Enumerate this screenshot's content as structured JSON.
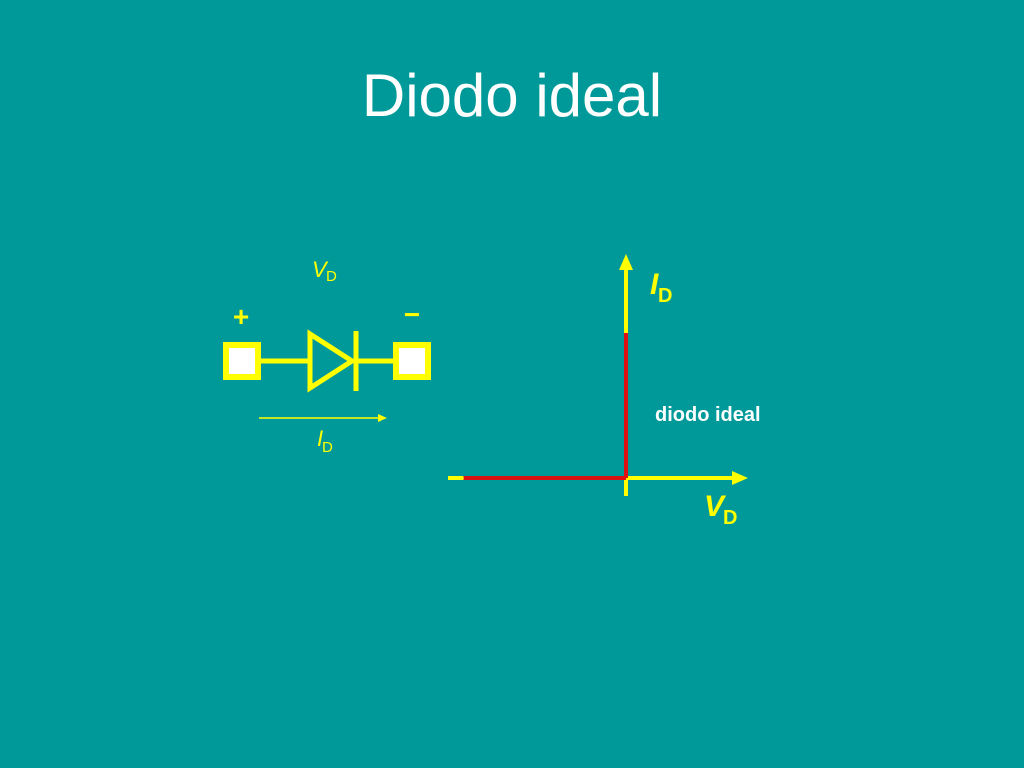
{
  "slide": {
    "title": "Diodo ideal"
  },
  "circuit": {
    "plus_sign": "+",
    "minus_sign": "−",
    "voltage_label": {
      "main": "V",
      "sub": "D"
    },
    "current_label": {
      "main": "I",
      "sub": "D"
    }
  },
  "graph": {
    "y_axis_label": {
      "main": "I",
      "sub": "D"
    },
    "x_axis_label": {
      "main": "V",
      "sub": "D"
    },
    "curve_label": "diodo ideal",
    "negative_marker": "−"
  },
  "colors": {
    "background": "#009999",
    "title": "#ffffff",
    "diagram": "#ffff00",
    "curve": "#dd1111",
    "curve_label": "#ffffff"
  }
}
